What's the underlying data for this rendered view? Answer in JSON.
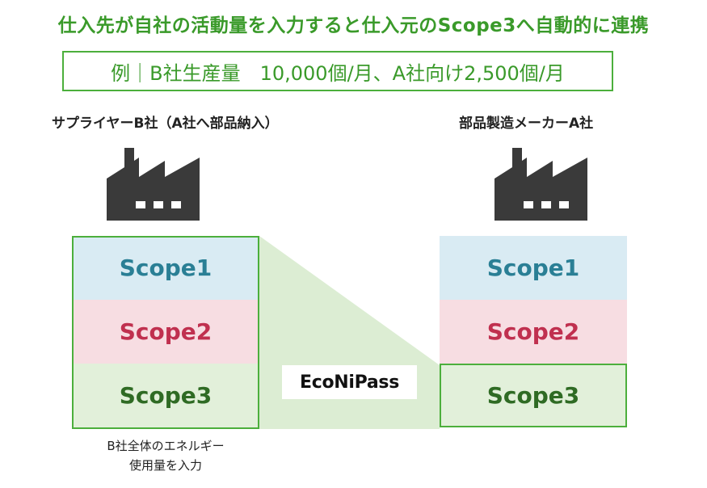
{
  "title": "仕入先が自社の活動量を入力すると仕入元のScope3へ自動的に連携",
  "example": "例｜B社生産量　10,000個/月、A社向け2,500個/月",
  "supplier": {
    "label": "サプライヤーB社（A社へ部品納入）",
    "scopes": [
      "Scope1",
      "Scope2",
      "Scope3"
    ],
    "note_line1": "B社全体のエネルギー",
    "note_line2": "使用量を入力"
  },
  "manufacturer": {
    "label": "部品製造メーカーA社",
    "scopes": [
      "Scope1",
      "Scope2",
      "Scope3"
    ]
  },
  "logo": "EcoNiPass",
  "colors": {
    "accent_green": "#4caf3c",
    "title_green": "#3a9a2a",
    "scope1_bg": "#d9ebf3",
    "scope1_text": "#2a7f95",
    "scope2_bg": "#f7dde2",
    "scope2_text": "#c0304f",
    "scope3_bg": "#e2f0da",
    "scope3_text": "#2f6b24",
    "connector_fill": "#dcedd3",
    "factory": "#3a3a3a"
  },
  "icons": {
    "factory": "factory-icon"
  }
}
